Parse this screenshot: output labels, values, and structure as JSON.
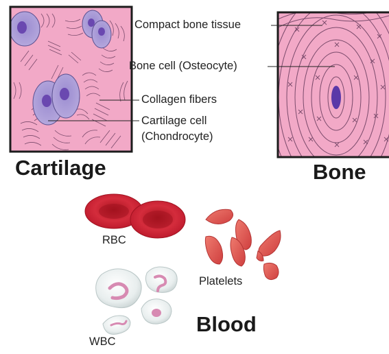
{
  "cartilage": {
    "title": "Cartilage",
    "labels": {
      "collagen": "Collagen fibers",
      "chondrocyte_line1": "Cartilage cell",
      "chondrocyte_line2": "(Chondrocyte)"
    }
  },
  "bone": {
    "title": "Bone",
    "labels": {
      "compact": "Compact bone tissue",
      "osteocyte": "Bone cell (Osteocyte)"
    }
  },
  "blood": {
    "title": "Blood",
    "labels": {
      "rbc": "RBC",
      "platelets": "Platelets",
      "wbc": "WBC"
    }
  },
  "colors": {
    "tissue_pink": "#f2a9c7",
    "fiber_line": "#7a4a6b",
    "frame": "#1c1c1c",
    "cell_purple": "#a89ad6",
    "nucleus_purple": "#6a48b0",
    "osteocyte": "#5a38a8",
    "rbc_red": "#d42c3c",
    "platelet_red": "#e0574f",
    "wbc_grey": "#e6ecec",
    "wbc_nucleus": "#d78ab2"
  }
}
